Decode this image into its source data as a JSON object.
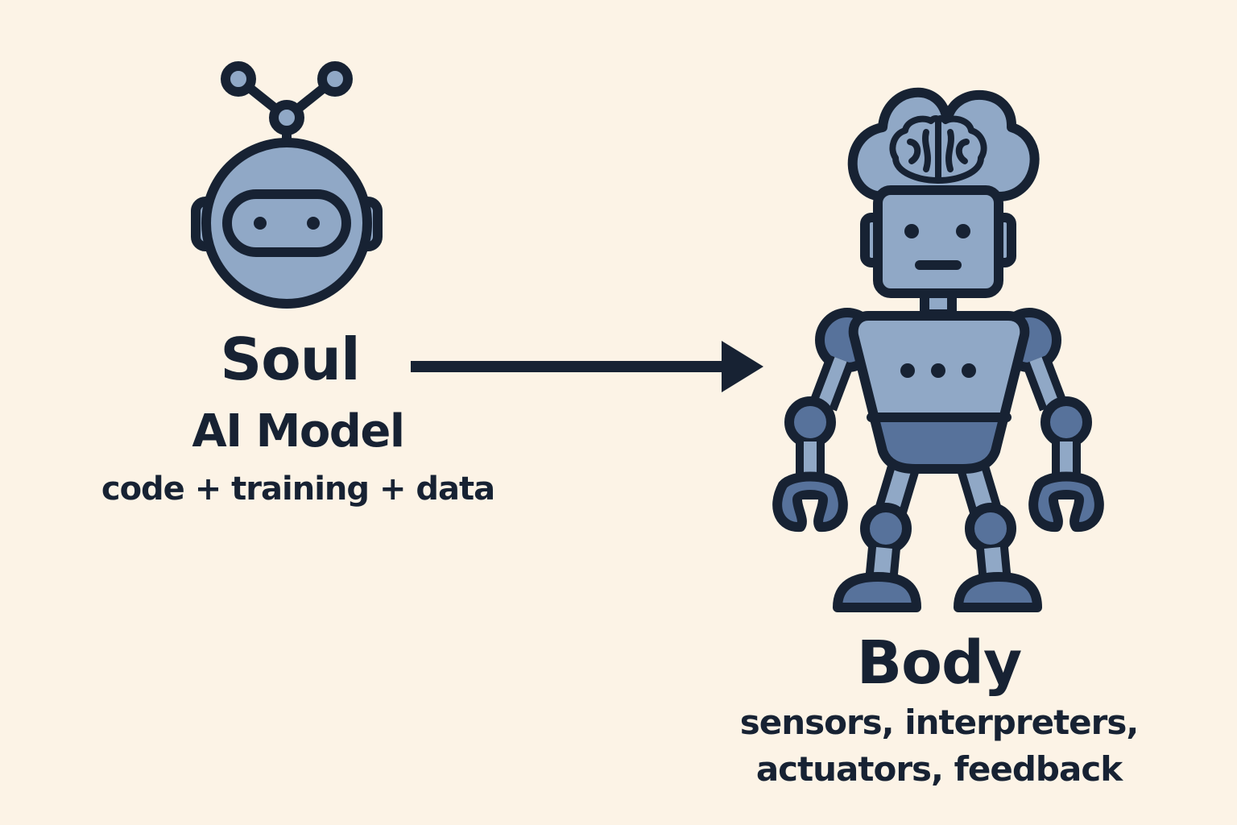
{
  "soul": {
    "title": "Soul",
    "subtitle": "AI Model",
    "detail": "code + training + data",
    "icon": "robot-head-icon"
  },
  "body": {
    "title": "Body",
    "detail_line1": "sensors, interpreters,",
    "detail_line2": "actuators, feedback",
    "icon": "robot-body-icon",
    "brain_icon": "brain-icon"
  },
  "connector": {
    "icon": "arrow-right-icon"
  },
  "colors": {
    "background": "#fcf3e6",
    "outline": "#172233",
    "fill_light": "#90a8c6",
    "fill_dark": "#57729b"
  }
}
